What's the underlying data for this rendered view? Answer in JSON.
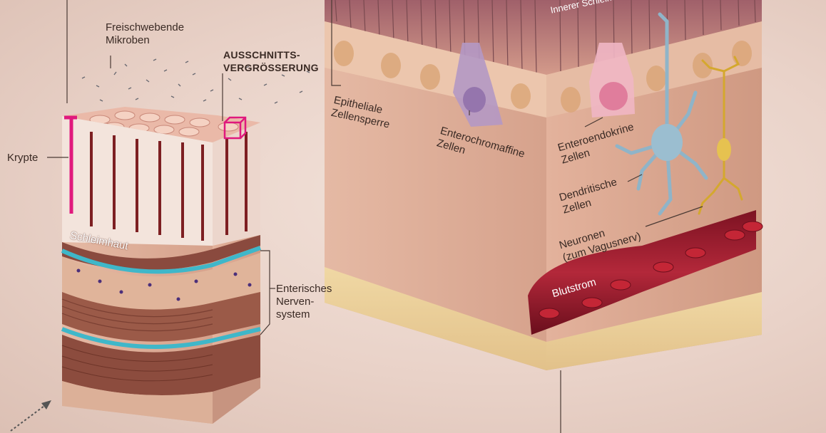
{
  "labels": {
    "free_microbes": [
      "Freischwebende",
      "Mikroben"
    ],
    "magnification": [
      "AUSSCHNITTS-",
      "VERGRÖSSERUNG"
    ],
    "crypt": "Krypte",
    "mucosa": "Schleimhaut",
    "enteric": [
      "Enterisches",
      "Nerven-",
      "system"
    ],
    "inner_mucus": "Innerer Schleim",
    "epithelial": [
      "Epitheliale",
      "Zellensperre"
    ],
    "enterochromaffin": [
      "Enterochromaffine",
      "Zellen"
    ],
    "enteroendocrine": [
      "Enteroendokrine",
      "Zellen"
    ],
    "dendritic": [
      "Dendritische",
      "Zellen"
    ],
    "neurons": [
      "Neuronen",
      "(zum Vagusnerv)"
    ],
    "bloodstream": "Blutstrom"
  },
  "colors": {
    "crypt_highlight": "#e0197d",
    "enteric_nerve": "#3fb7c9",
    "blood": "#9a1a2a",
    "tissue": "#d9a68e"
  }
}
